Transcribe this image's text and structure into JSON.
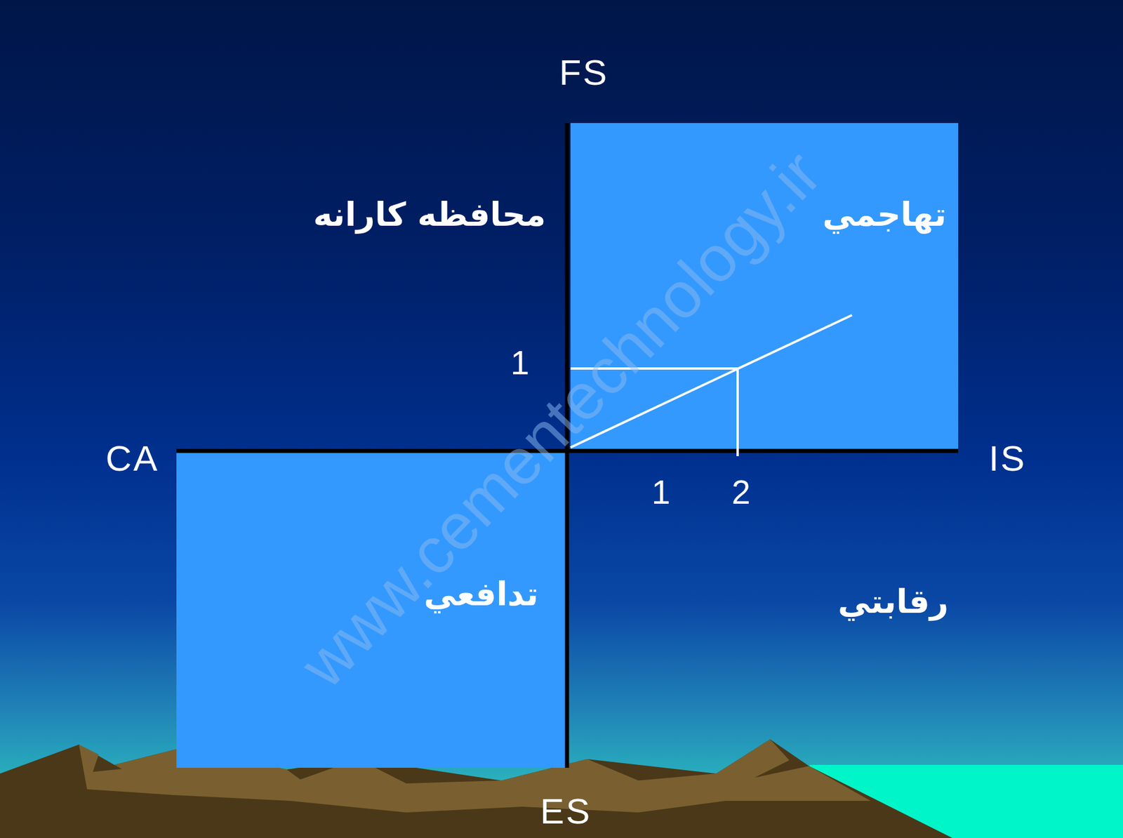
{
  "diagram": {
    "nodes": [
      {
        "text": [
          "تهاجمي"
        ]
      },
      {
        "text": [
          "تدافعي"
        ]
      }
    ],
    "labels": [
      "FS",
      "محافظه کارانه",
      "1",
      "CA",
      "IS",
      "1",
      "2",
      "رقابتي",
      "ES",
      "www.cementechnology.ir"
    ]
  }
}
